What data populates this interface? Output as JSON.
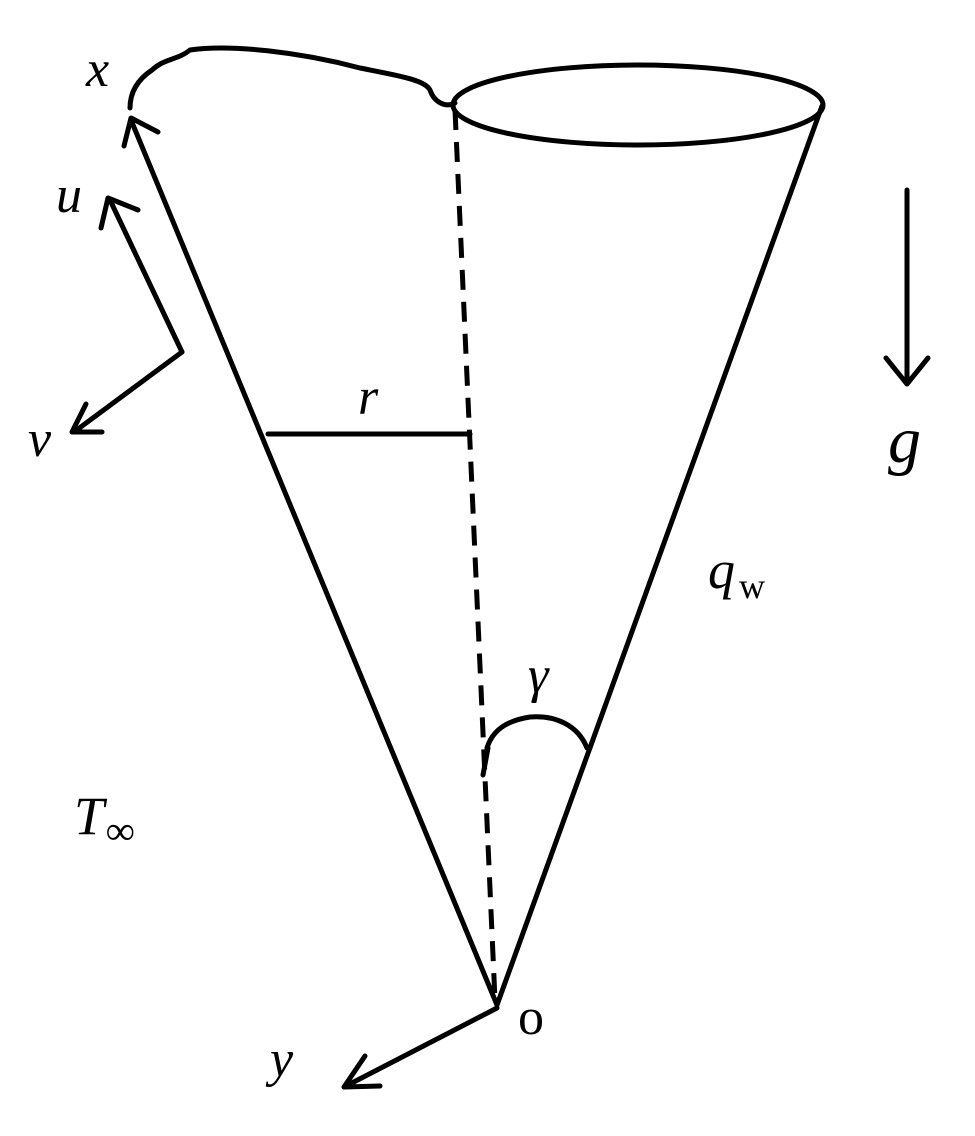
{
  "labels": {
    "x_axis": "x",
    "u_axis": "u",
    "v_axis": "v",
    "y_axis": "y",
    "radius": "r",
    "gravity": "g",
    "wall_flux_symbol": "q",
    "wall_flux_subscript": "w",
    "half_angle": "γ",
    "ambient_temp_symbol": "T",
    "ambient_temp_subscript": "∞",
    "origin": "o"
  }
}
